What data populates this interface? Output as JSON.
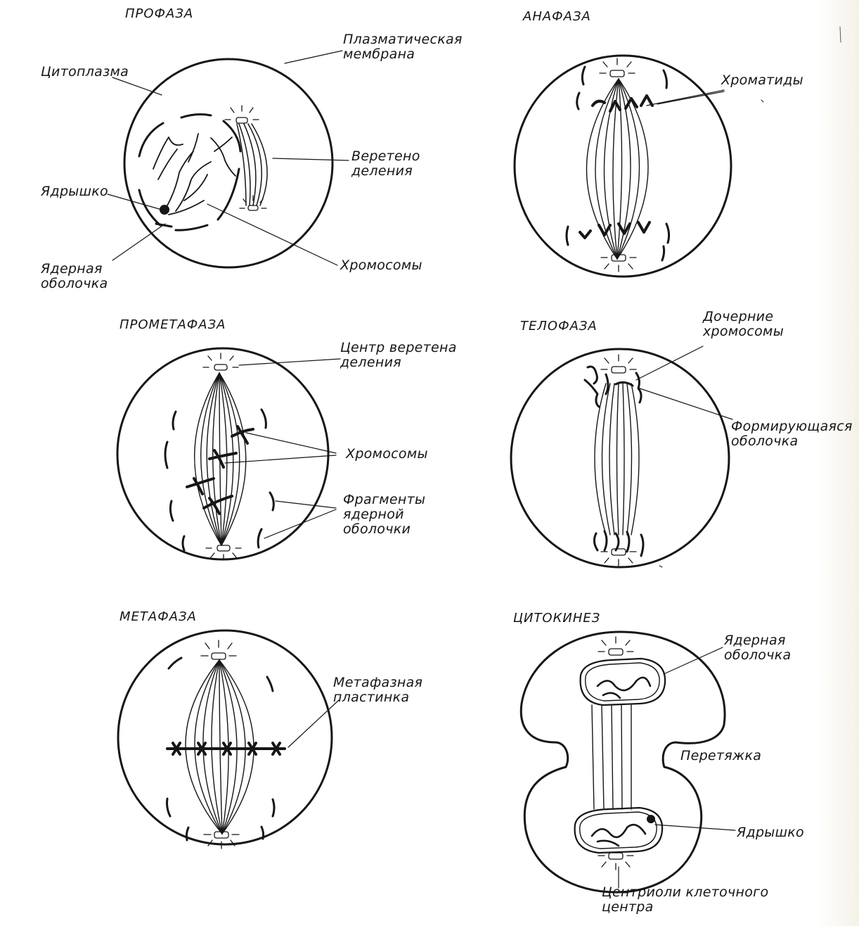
{
  "panels": {
    "prophase": {
      "title": "ПРОФАЗА",
      "labels": {
        "plasma_membrane": "Плазматическая\nмембрана",
        "cytoplasm": "Цитоплазма",
        "spindle": "Веретено\nделения",
        "nucleolus": "Ядрышко",
        "chromosomes": "Хромосомы",
        "nuclear_envelope": "Ядерная\nоболочка"
      }
    },
    "prometaphase": {
      "title": "ПРОМЕТАФАЗА",
      "labels": {
        "spindle_center": "Центр веретена\nделения",
        "chromosomes": "Хромосомы",
        "envelope_fragments": "Фрагменты\nядерной\nоболочки"
      }
    },
    "metaphase": {
      "title": "МЕТАФАЗА",
      "labels": {
        "metaphase_plate": "Метафазная\nпластинка"
      }
    },
    "anaphase": {
      "title": "АНАФАЗА",
      "labels": {
        "chromatids": "Хроматиды"
      }
    },
    "telophase": {
      "title": "ТЕЛОФАЗА",
      "labels": {
        "daughter_chromosomes": "Дочерние\nхромосомы",
        "forming_envelope": "Формирующаяся\nоболочка"
      }
    },
    "cytokinesis": {
      "title": "ЦИТОКИНЕЗ",
      "labels": {
        "nuclear_envelope": "Ядерная\nоболочка",
        "constriction": "Перетяжка",
        "nucleolus": "Ядрышко",
        "centrioles": "Центриоли клеточного\nцентра"
      }
    }
  },
  "colors": {
    "ink": "#161616",
    "paper": "#ffffff"
  }
}
